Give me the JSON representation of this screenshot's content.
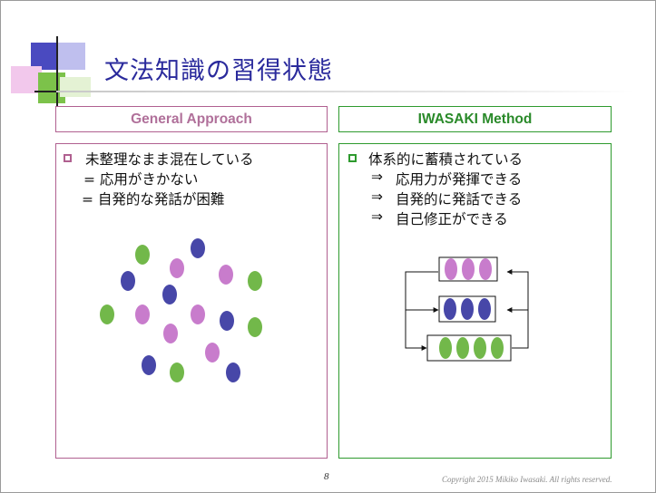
{
  "slide": {
    "title": "文法知識の習得状態",
    "page_number": "8",
    "copyright": "Copyright 2015 Mikiko Iwasaki. All rights reserved."
  },
  "left": {
    "header": "General Approach",
    "bullet_text": "未整理なまま混在している",
    "sub_lines": [
      "= 応用がきかない",
      "= 自発的な発話が困難"
    ]
  },
  "right": {
    "header": "IWASAKI Method",
    "bullet_text": "体系的に蓄積されている",
    "arrow": "⇒",
    "sub_lines": [
      "応用力が発揮できる",
      "自発的に発話できる",
      "自己修正ができる"
    ]
  },
  "colors": {
    "title": "#2a2a9c",
    "pink": "#c87ccc",
    "blue": "#4747a8",
    "green": "#72b84a",
    "left_border": "#b06090",
    "right_border": "#2e9a2e"
  },
  "decor": {
    "icons": [
      "corner-squares-decoration",
      "cycle-diagram",
      "scattered-dots"
    ]
  }
}
